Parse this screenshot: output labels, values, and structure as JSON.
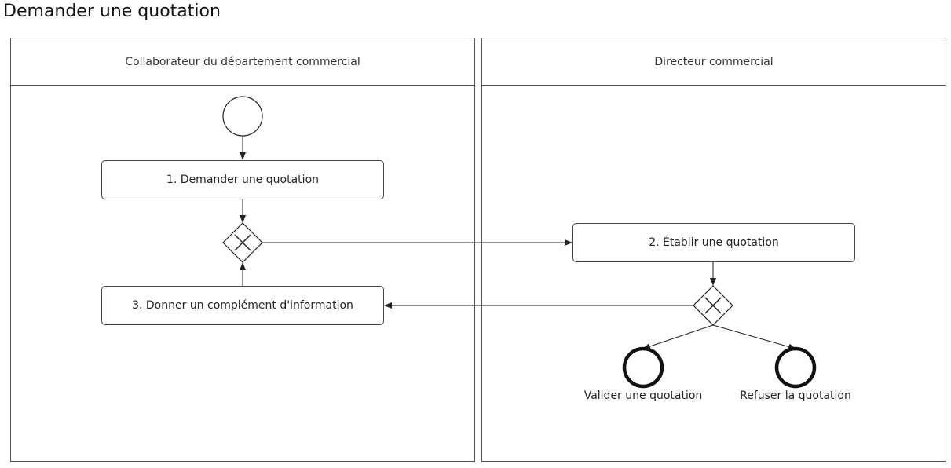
{
  "title": "Demander une quotation",
  "lanes": [
    {
      "label": "Collaborateur du département commercial"
    },
    {
      "label": "Directeur commercial"
    }
  ],
  "tasks": [
    {
      "label": "1. Demander une quotation"
    },
    {
      "label": "2. Établir une quotation"
    },
    {
      "label": "3. Donner un complément d'information"
    }
  ],
  "end_events": [
    {
      "label": "Valider une quotation"
    },
    {
      "label": "Refuser la quotation"
    }
  ],
  "colors": {
    "stroke": "#222222",
    "end_event_stroke": "#111111",
    "lane_border": "#555555"
  }
}
